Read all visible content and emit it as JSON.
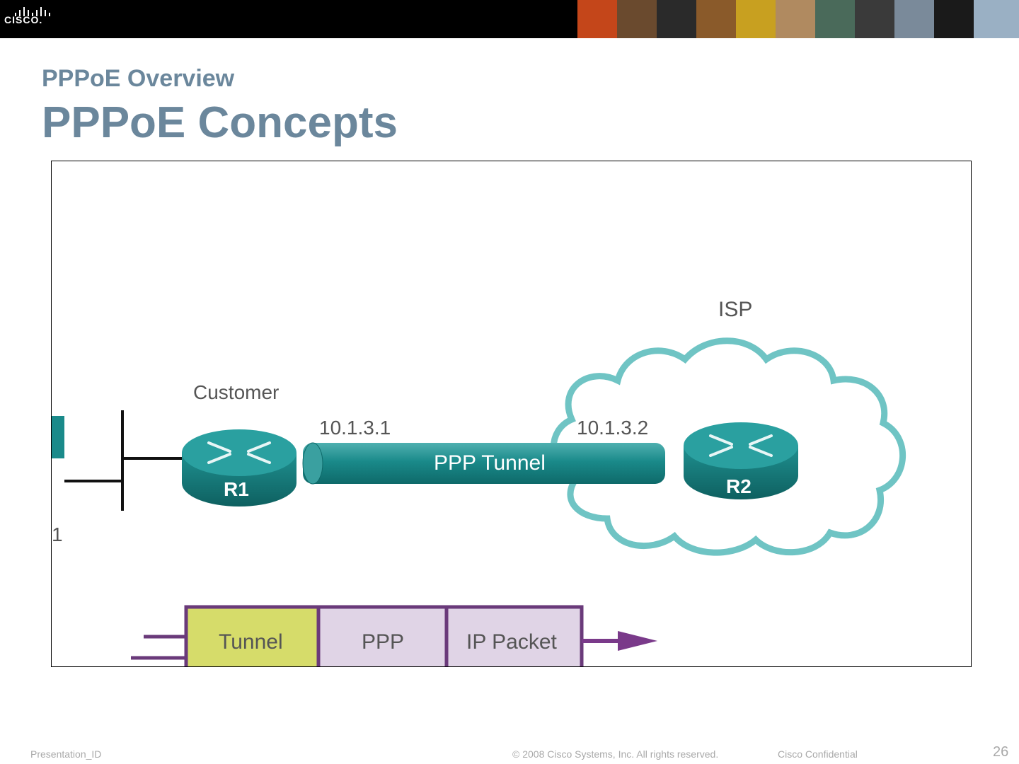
{
  "header": {
    "logo_text": "CISCO.",
    "photo_colors": [
      "#c4461a",
      "#6a4a2e",
      "#2a2a2a",
      "#8a5a2a",
      "#c8a020",
      "#b08a60",
      "#4a6a5a",
      "#3a3a3a",
      "#7a8a9a",
      "#1a1a1a",
      "#9ab0c4"
    ]
  },
  "slide": {
    "subtitle": "PPPoE Overview",
    "title": "PPPoE Concepts"
  },
  "diagram": {
    "customer_label": "Customer",
    "isp_label": "ISP",
    "r1_label": "R1",
    "r2_label": "R2",
    "r1_ip": "10.1.3.1",
    "r2_ip": "10.1.3.2",
    "tunnel_label": "PPP Tunnel",
    "left_partial_label": "1",
    "frame_fields": [
      "Tunnel",
      "PPP",
      "IP Packet"
    ],
    "colors": {
      "router": "#1a8a8a",
      "cloud": "#6fc4c4",
      "tunnel_field": "#d6dc6a",
      "ppp_field": "#e0d4e6",
      "frame_border": "#6a3a7a",
      "arrow": "#7a3a8a"
    }
  },
  "footer": {
    "presentation_id": "Presentation_ID",
    "copyright": "© 2008 Cisco Systems, Inc. All rights reserved.",
    "confidential": "Cisco Confidential",
    "page_number": "26"
  }
}
